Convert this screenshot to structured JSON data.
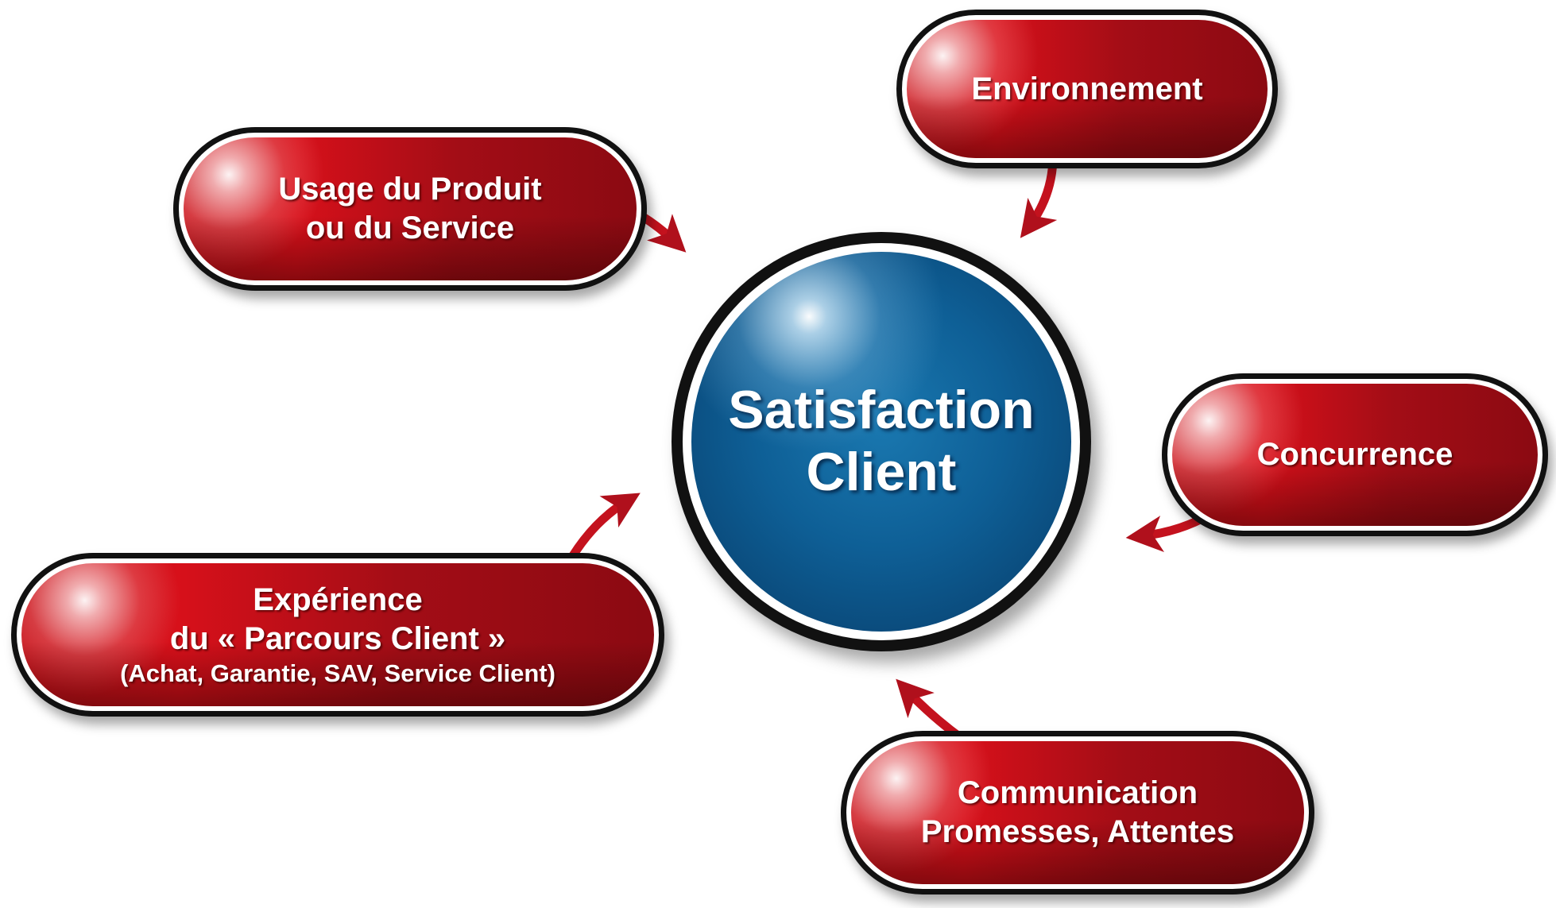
{
  "center": {
    "line1": "Satisfaction",
    "line2": "Client"
  },
  "factors": {
    "usage": {
      "line1": "Usage du Produit",
      "line2": "ou du Service"
    },
    "environment": {
      "line1": "Environnement"
    },
    "competition": {
      "line1": "Concurrence"
    },
    "experience": {
      "line1": "Expérience",
      "line2": "du « Parcours Client »",
      "line3": "(Achat, Garantie, SAV, Service Client)"
    },
    "communication": {
      "line1": "Communication",
      "line2": "Promesses, Attentes"
    }
  },
  "colors": {
    "pill_red": "#c7141c",
    "hub_blue": "#0e5f96",
    "arrow_red": "#b0101c",
    "outline": "#111111"
  }
}
